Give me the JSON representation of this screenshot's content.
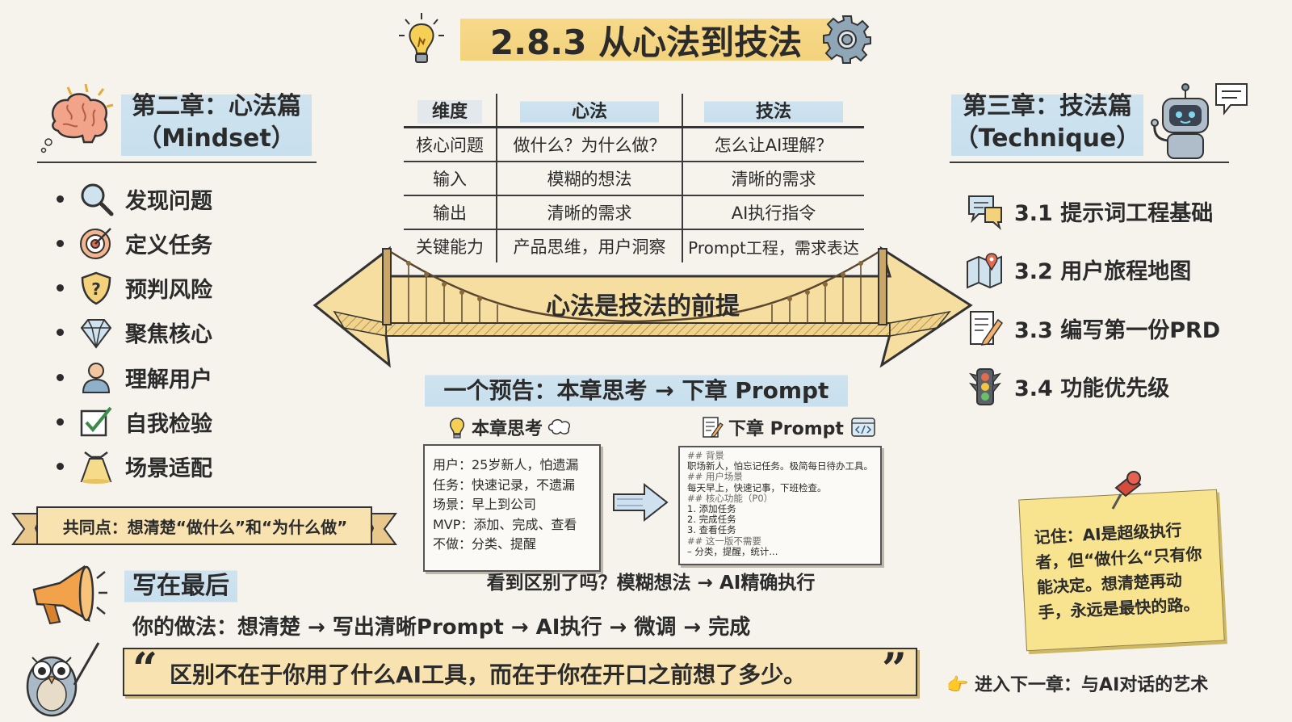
{
  "title": "2.8.3 从心法到技法",
  "left": {
    "heading_line1": "第二章：心法篇",
    "heading_line2": "（Mindset）",
    "items": [
      {
        "label": "发现问题",
        "icon": "magnifier-icon"
      },
      {
        "label": "定义任务",
        "icon": "target-icon"
      },
      {
        "label": "预判风险",
        "icon": "shield-icon"
      },
      {
        "label": "聚焦核心",
        "icon": "diamond-icon"
      },
      {
        "label": "理解用户",
        "icon": "user-icon"
      },
      {
        "label": "自我检验",
        "icon": "checkbox-icon"
      },
      {
        "label": "场景适配",
        "icon": "spotlight-icon"
      }
    ],
    "banner": "共同点：想清楚“做什么”和“为什么做”"
  },
  "table": {
    "headers": [
      "维度",
      "心法",
      "技法"
    ],
    "rows": [
      [
        "核心问题",
        "做什么？为什么做？",
        "怎么让AI理解？"
      ],
      [
        "输入",
        "模糊的想法",
        "清晰的需求"
      ],
      [
        "输出",
        "清晰的需求",
        "AI执行指令"
      ],
      [
        "关键能力",
        "产品思维，用户洞察",
        "Prompt工程，需求表达"
      ]
    ]
  },
  "bridge_label": "心法是技法的前提",
  "right": {
    "heading_line1": "第三章：技法篇",
    "heading_line2": "（Technique）",
    "items": [
      {
        "label": "3.1 提示词工程基础",
        "icon": "chat-bubbles-icon"
      },
      {
        "label": "3.2 用户旅程地图",
        "icon": "map-pin-icon"
      },
      {
        "label": "3.3 编写第一份PRD",
        "icon": "document-pencil-icon"
      },
      {
        "label": "3.4 功能优先级",
        "icon": "traffic-light-icon"
      }
    ]
  },
  "preview": {
    "heading": "一个预告：本章思考 → 下章 Prompt",
    "left_title": "本章思考",
    "right_title": "下章 Prompt",
    "left_lines": [
      "用户：25岁新人，怕遗漏",
      "任务：快速记录，不遗漏",
      "场景：早上到公司",
      "MVP：添加、完成、查看",
      "不做：分类、提醒"
    ],
    "right_lines": [
      "## 背景",
      "职场新人，怕忘记任务。极简每日待办工具。",
      "## 用户场景",
      "每天早上，快速记事，下班检查。",
      "## 核心功能（P0）",
      "1. 添加任务",
      "2. 完成任务",
      "3. 查看任务",
      "## 这一版不需要",
      "– 分类，提醒，统计..."
    ],
    "caption": "看到区别了吗？模糊想法 → AI精确执行"
  },
  "closing": {
    "heading": "写在最后",
    "flow": "你的做法：想清楚 → 写出清晰Prompt → AI执行 → 微调 → 完成",
    "quote": "区别不在于你用了什么AI工具，而在于你在开口之前想了多少。",
    "quote_open": "“",
    "quote_close": "”"
  },
  "sticky_note": "记住：AI是超级执行者，但“做什么“只有你能决定。想清楚再动手，永远是最快的路。",
  "next_chapter": "👉 进入下一章：与AI对话的艺术",
  "colors": {
    "yellow": "#f3d27c",
    "blue": "#c7dfee",
    "ink": "#2b2b2b"
  }
}
